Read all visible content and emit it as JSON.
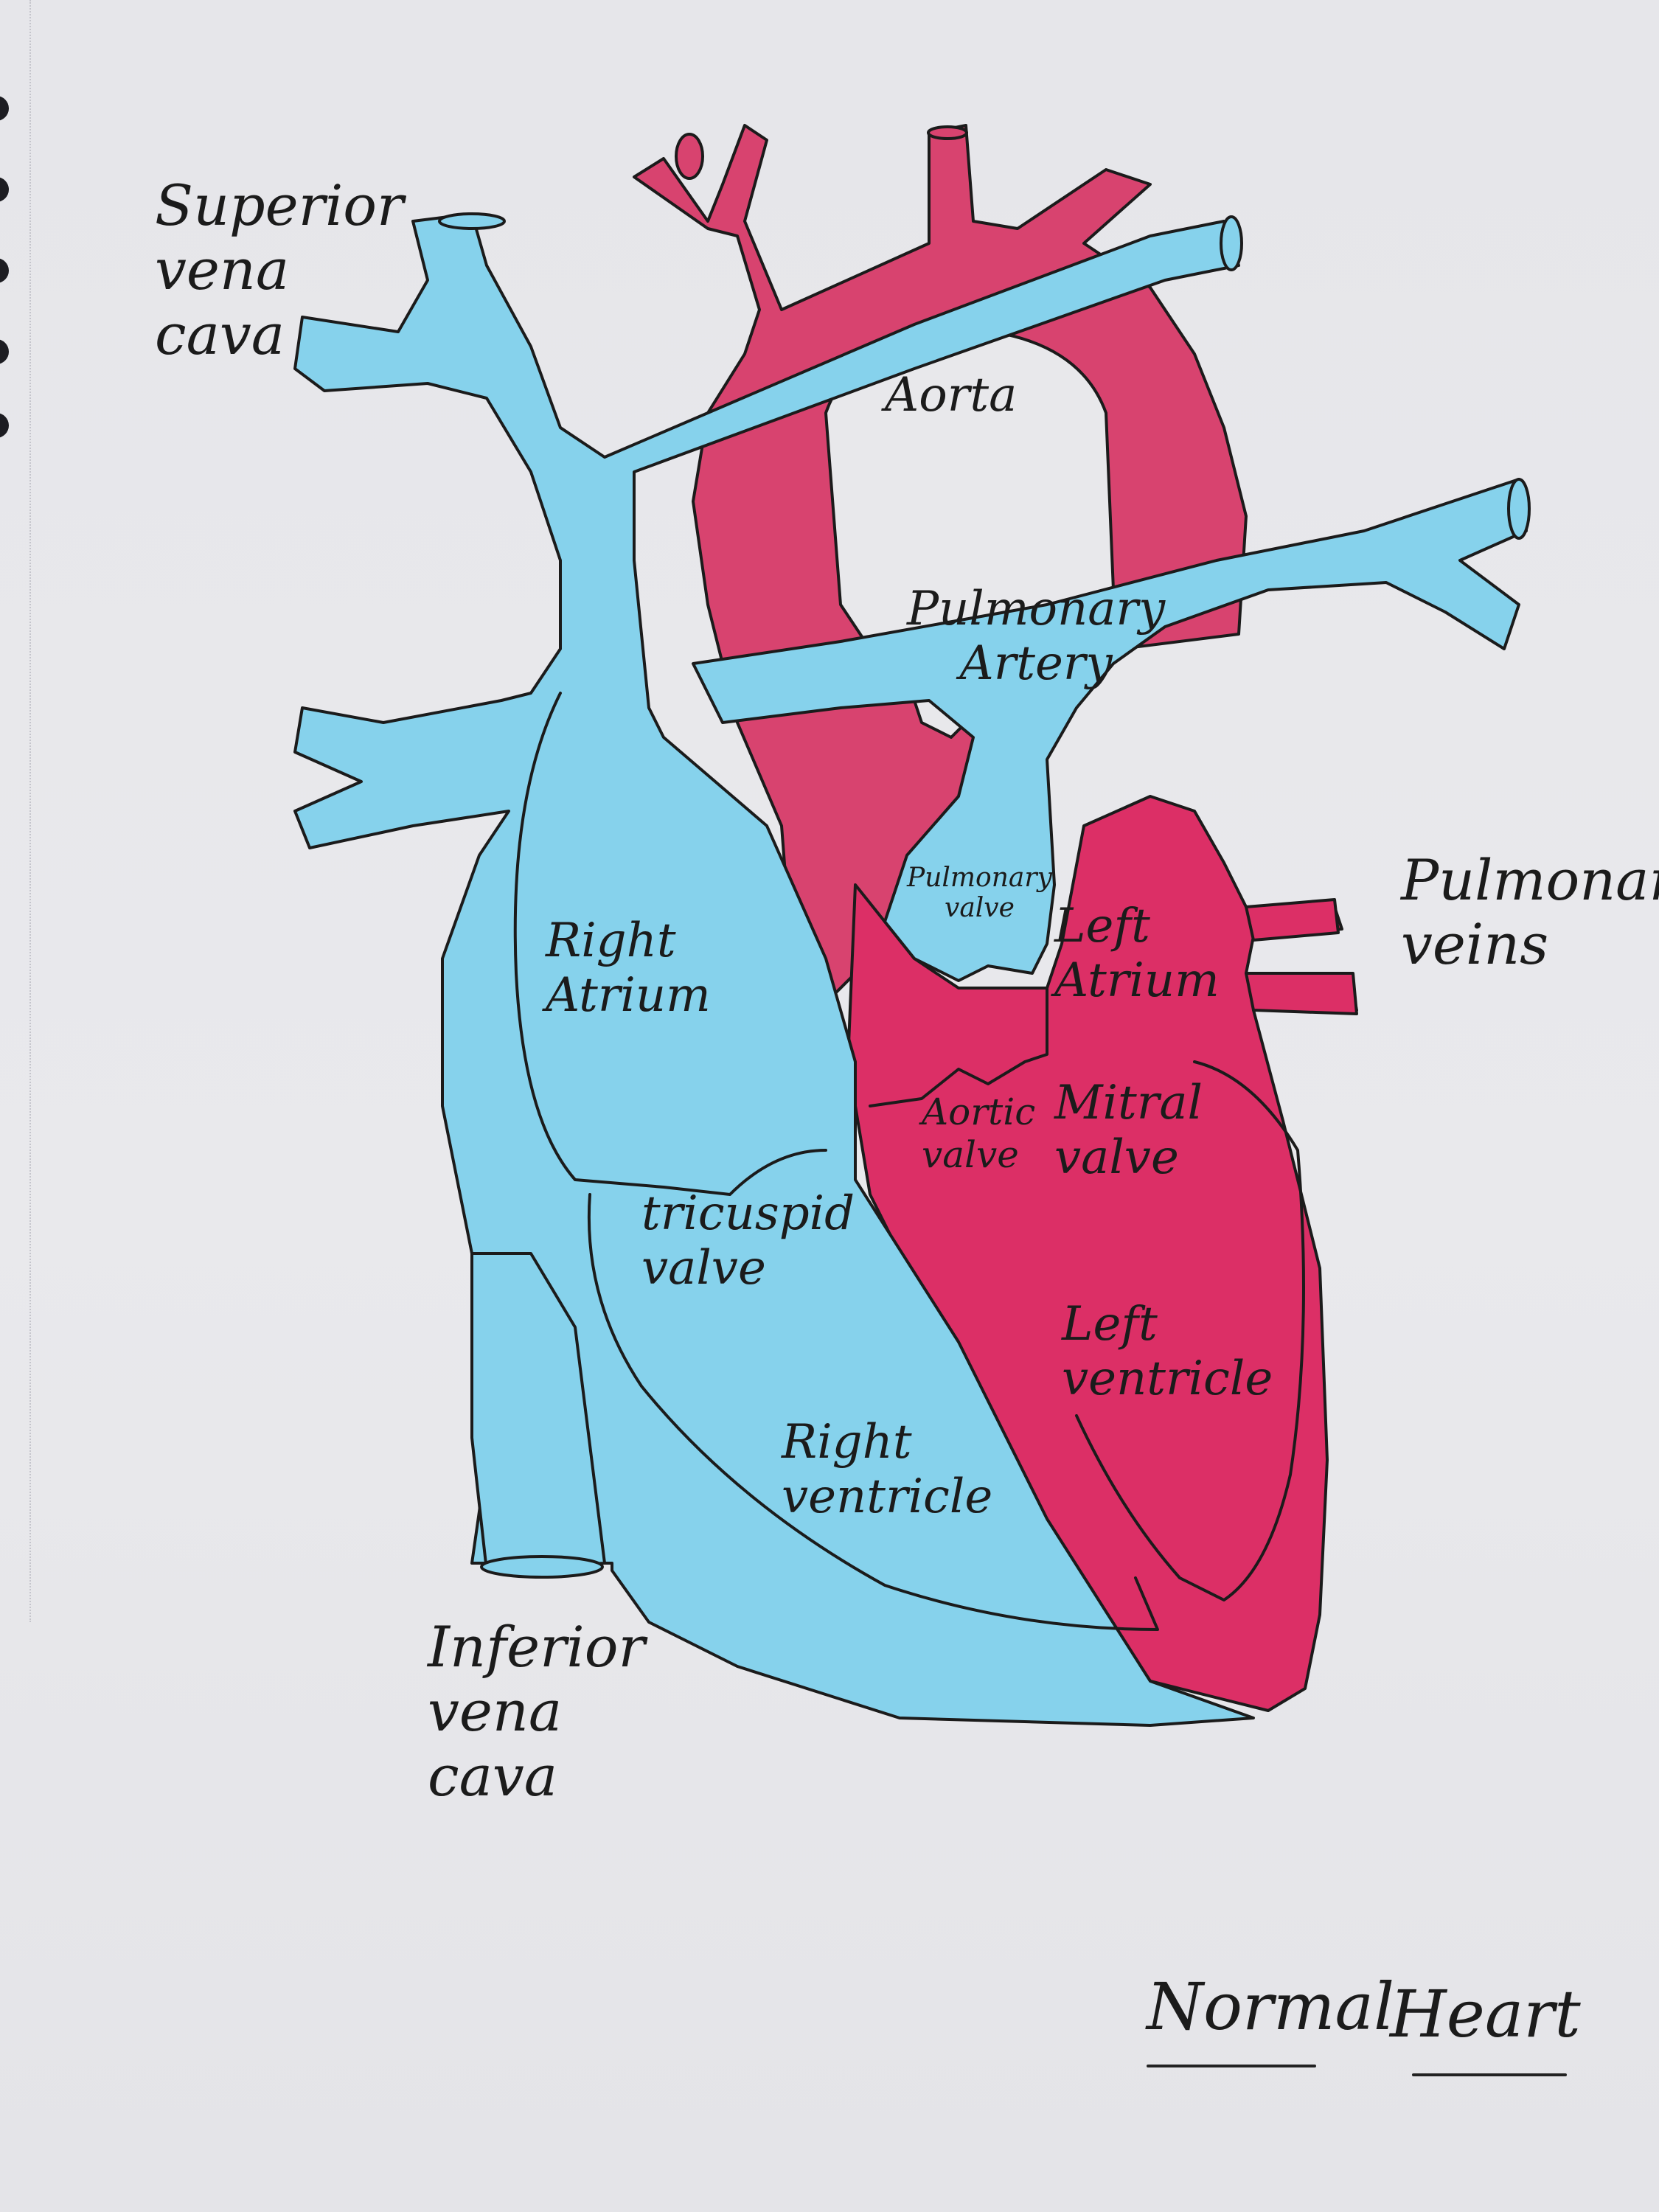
{
  "title": {
    "word1": "Normal",
    "word2": "Heart"
  },
  "labels": {
    "superior_vena_cava": "Superior\nvena\ncava",
    "aorta": "Aorta",
    "pulmonary_artery": "Pulmonary\nArtery",
    "pulmonary_veins": "Pulmonary\nveins",
    "pulmonary_valve": "Pulmonary\nvalve",
    "right_atrium": "Right\nAtrium",
    "left_atrium": "Left\nAtrium",
    "aortic_valve": "Aortic\nvalve",
    "mitral_valve": "Mitral\nvalve",
    "tricuspid_valve": "tricuspid\nvalve",
    "left_ventricle": "Left\nventricle",
    "right_ventricle": "Right\nventricle",
    "inferior_vena_cava": "Inferior\nvena\ncava"
  },
  "colors": {
    "deoxygenated_blue": "#7fd0ea",
    "oxygenated_red": "#de3f6f",
    "ink": "#1b1b1b",
    "paper": "#e8e8eb"
  }
}
